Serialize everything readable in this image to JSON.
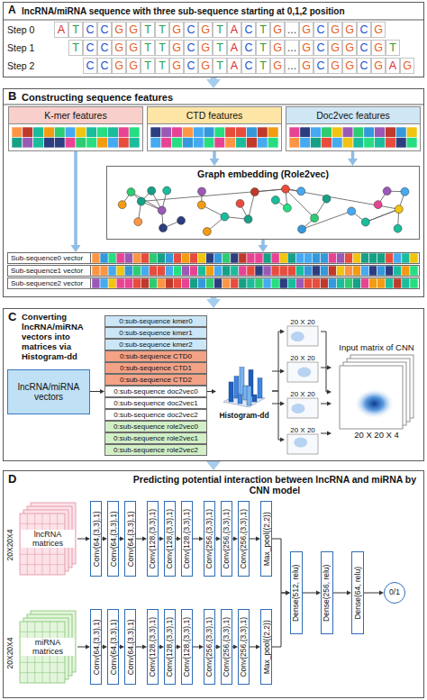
{
  "diagram": {
    "nodes": [
      {
        "text": [
          "A",
          "lncRNA/miRNA sequence with three sub-sequence starting at 0,1,2 position"
        ]
      },
      {
        "text": [
          "B",
          "Constructing sequence features"
        ]
      },
      {
        "text": [
          "K-mer features"
        ],
        "in": 1
      },
      {
        "text": [
          "CTD features"
        ],
        "in": 1
      },
      {
        "text": [
          "Doc2vec features"
        ],
        "in": 1
      },
      {
        "text": [
          "Graph embedding (Role2vec)"
        ],
        "in": 1
      },
      {
        "text": [
          "Sub-sequence0 vector"
        ],
        "in": 1
      },
      {
        "text": [
          "Sub-sequence1 vector"
        ],
        "in": 1
      },
      {
        "text": [
          "Sub-sequence2 vector"
        ],
        "in": 1
      },
      {
        "text": [
          "C",
          "Converting lncRNA/miRNA vectors into matrices via Histogram-dd"
        ]
      },
      {
        "text": [
          "lncRNA/miRNA vectors"
        ],
        "in": 9
      },
      {
        "text": [
          "0:sub-sequence kmer0"
        ],
        "in": 9
      },
      {
        "text": [
          "0:sub-sequence kmer1"
        ],
        "in": 9
      },
      {
        "text": [
          "0:sub-sequence kmer2"
        ],
        "in": 9
      },
      {
        "text": [
          "0:sub-sequence CTD0"
        ],
        "in": 9
      },
      {
        "text": [
          "0:sub-sequence CTD1"
        ],
        "in": 9
      },
      {
        "text": [
          "0:sub-sequence CTD2"
        ],
        "in": 9
      },
      {
        "text": [
          "0:sub-sequence doc2vec0"
        ],
        "in": 9
      },
      {
        "text": [
          "0:sub-sequence doc2vec1"
        ],
        "in": 9
      },
      {
        "text": [
          "0:sub-sequence doc2vec2"
        ],
        "in": 9
      },
      {
        "text": [
          "0:sub-sequence role2vec0"
        ],
        "in": 9
      },
      {
        "text": [
          "0:sub-sequence role2vec1"
        ],
        "in": 9
      },
      {
        "text": [
          "0:sub-sequence role2vec2"
        ],
        "in": 9
      },
      {
        "text": [
          "Histogram-dd"
        ],
        "in": 9
      },
      {
        "text": [
          "20 X 20"
        ],
        "in": 9
      },
      {
        "text": [
          "20 X 20"
        ],
        "in": 9
      },
      {
        "text": [
          "20 X 20"
        ],
        "in": 9
      },
      {
        "text": [
          "20 X 20"
        ],
        "in": 9
      },
      {
        "text": [
          "Input matrix of CNN",
          "20 X 20 X 4"
        ],
        "in": 9
      },
      {
        "text": [
          "D",
          "Predicting potential interaction between lncRNA and miRNA by CNN model"
        ]
      },
      {
        "text": [
          "lncRNA matrices"
        ],
        "in": 29
      },
      {
        "text": [
          "miRNA matrices"
        ],
        "in": 29
      },
      {
        "text": [
          "Conv(64,(3,3),1)"
        ],
        "in": 29
      },
      {
        "text": [
          "Conv(64,(3,3),1)"
        ],
        "in": 29
      },
      {
        "text": [
          "Conv(64,(3,3),1)"
        ],
        "in": 29
      },
      {
        "text": [
          "Conv(128,(3,3),1)"
        ],
        "in": 29
      },
      {
        "text": [
          "Conv(128,(3,3),1)"
        ],
        "in": 29
      },
      {
        "text": [
          "Conv(128,(3,3),1)"
        ],
        "in": 29
      },
      {
        "text": [
          "Conv(256,(3,3),1)"
        ],
        "in": 29
      },
      {
        "text": [
          "Conv(256,(3,3),1)"
        ],
        "in": 29
      },
      {
        "text": [
          "Conv(256,(3,3),1)"
        ],
        "in": 29
      },
      {
        "text": [
          "Max_pool((2,2))"
        ],
        "in": 29
      },
      {
        "text": [
          "Conv(64,(3,3),1)"
        ],
        "in": 29
      },
      {
        "text": [
          "Conv(64,(3,3),1)"
        ],
        "in": 29
      },
      {
        "text": [
          "Conv(64,(3,3),1)"
        ],
        "in": 29
      },
      {
        "text": [
          "Conv(128,(3,3),1)"
        ],
        "in": 29
      },
      {
        "text": [
          "Conv(128,(3,3),1)"
        ],
        "in": 29
      },
      {
        "text": [
          "Conv(128,(3,3),1)"
        ],
        "in": 29
      },
      {
        "text": [
          "Conv(256,(3,3),1)"
        ],
        "in": 29
      },
      {
        "text": [
          "Conv(256,(3,3),1)"
        ],
        "in": 29
      },
      {
        "text": [
          "Conv(256,(3,3),1)"
        ],
        "in": 29
      },
      {
        "text": [
          "Max_pool((2,2))"
        ],
        "in": 29
      },
      {
        "text": [
          "Dense(512, relu)"
        ],
        "in": 29
      },
      {
        "text": [
          "Dense(256, relu)"
        ],
        "in": 29
      },
      {
        "text": [
          "Dense(64, relu)"
        ],
        "in": 29
      },
      {
        "text": [
          "0/1"
        ],
        "in": 29
      }
    ],
    "edges": [
      {
        "from": 0,
        "to": 1,
        "arrow": "to"
      },
      {
        "from": 1,
        "to": 9,
        "arrow": "to"
      },
      {
        "from": 9,
        "to": 29,
        "arrow": "to"
      },
      {
        "from": 2,
        "to": 6,
        "arrow": "to"
      },
      {
        "from": 3,
        "to": 5,
        "arrow": "to"
      },
      {
        "from": 4,
        "to": 5,
        "arrow": "to"
      },
      {
        "from": 5,
        "to": 6,
        "arrow": "to"
      },
      {
        "from": 10,
        "to": 17,
        "arrow": "to"
      },
      {
        "from": 17,
        "to": 23,
        "arrow": "to"
      },
      {
        "from": 23,
        "to": 24,
        "arrow": "to"
      },
      {
        "from": 23,
        "to": 25,
        "arrow": "to"
      },
      {
        "from": 23,
        "to": 26,
        "arrow": "to"
      },
      {
        "from": 23,
        "to": 27,
        "arrow": "to"
      },
      {
        "from": 24,
        "to": 28,
        "arrow": "to"
      },
      {
        "from": 25,
        "to": 28,
        "arrow": "to"
      },
      {
        "from": 26,
        "to": 28,
        "arrow": "to"
      },
      {
        "from": 27,
        "to": 28,
        "arrow": "to"
      },
      {
        "from": 30,
        "to": 32,
        "arrow": "to"
      },
      {
        "from": 32,
        "to": 33,
        "arrow": "to"
      },
      {
        "from": 33,
        "to": 34,
        "arrow": "to"
      },
      {
        "from": 34,
        "to": 35,
        "arrow": "to"
      },
      {
        "from": 35,
        "to": 36,
        "arrow": "to"
      },
      {
        "from": 36,
        "to": 37,
        "arrow": "to"
      },
      {
        "from": 37,
        "to": 38,
        "arrow": "to"
      },
      {
        "from": 38,
        "to": 39,
        "arrow": "to"
      },
      {
        "from": 39,
        "to": 40,
        "arrow": "to"
      },
      {
        "from": 40,
        "to": 41,
        "arrow": "to"
      },
      {
        "from": 41,
        "to": 52,
        "arrow": "to"
      },
      {
        "from": 31,
        "to": 42,
        "arrow": "to"
      },
      {
        "from": 42,
        "to": 43,
        "arrow": "to"
      },
      {
        "from": 43,
        "to": 44,
        "arrow": "to"
      },
      {
        "from": 44,
        "to": 45,
        "arrow": "to"
      },
      {
        "from": 45,
        "to": 46,
        "arrow": "to"
      },
      {
        "from": 46,
        "to": 47,
        "arrow": "to"
      },
      {
        "from": 47,
        "to": 48,
        "arrow": "to"
      },
      {
        "from": 48,
        "to": 49,
        "arrow": "to"
      },
      {
        "from": 49,
        "to": 50,
        "arrow": "to"
      },
      {
        "from": 50,
        "to": 51,
        "arrow": "to"
      },
      {
        "from": 51,
        "to": 52,
        "arrow": "to"
      },
      {
        "from": 52,
        "to": 53,
        "arrow": "to"
      },
      {
        "from": 53,
        "to": 54,
        "arrow": "to"
      },
      {
        "from": 54,
        "to": 55,
        "arrow": "to"
      }
    ],
    "labels": [
      "Step 0",
      "Step 1",
      "Step 2",
      "ATCCGGTTGCGTACTG...GCGGCG",
      "TCCGGTTGCGTACTG...GCGGCGT",
      "CCGGTTGCGTACTG...GCGGCGAG",
      "20X20X4",
      "20X20X4"
    ]
  }
}
